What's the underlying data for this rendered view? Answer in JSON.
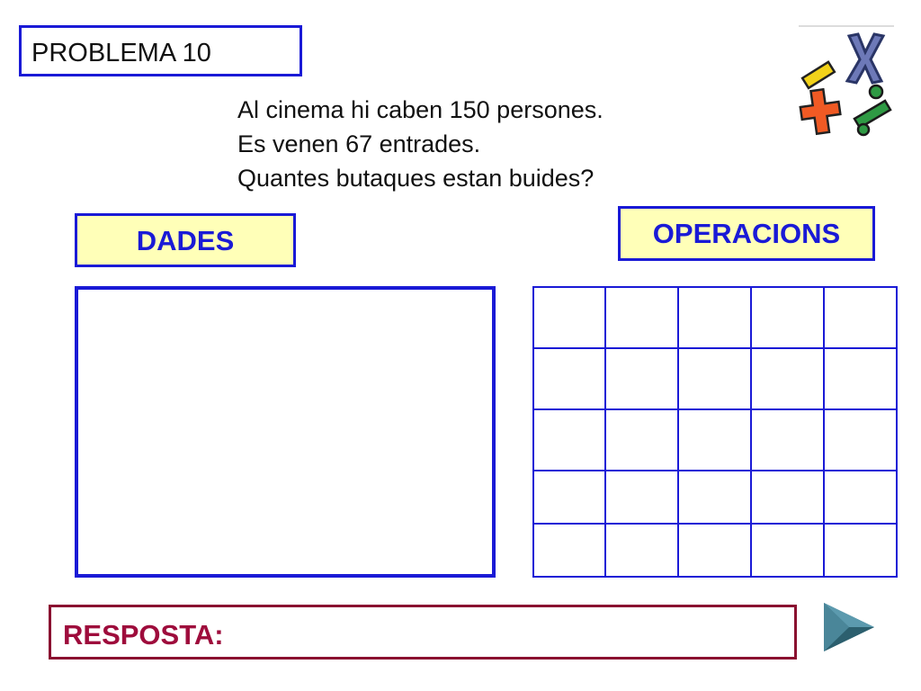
{
  "header": {
    "title": "PROBLEMA 10"
  },
  "problem": {
    "lines": [
      "Al cinema hi caben 150 persones.",
      "Es venen 67 entrades.",
      "Quantes butaques estan buides?"
    ]
  },
  "sections": {
    "dades_label": "DADES",
    "operacions_label": "OPERACIONS",
    "resposta_label": "RESPOSTA:"
  },
  "grid": {
    "rows": 5,
    "cols": 5
  },
  "icons": {
    "math": "math-operations-icon",
    "next": "next-arrow-icon"
  },
  "colors": {
    "accent_blue": "#1a1ad6",
    "label_bg": "#ffffb8",
    "answer_red": "#9e0c3c",
    "answer_border": "#8a1030",
    "arrow": "#3b7a8c"
  }
}
